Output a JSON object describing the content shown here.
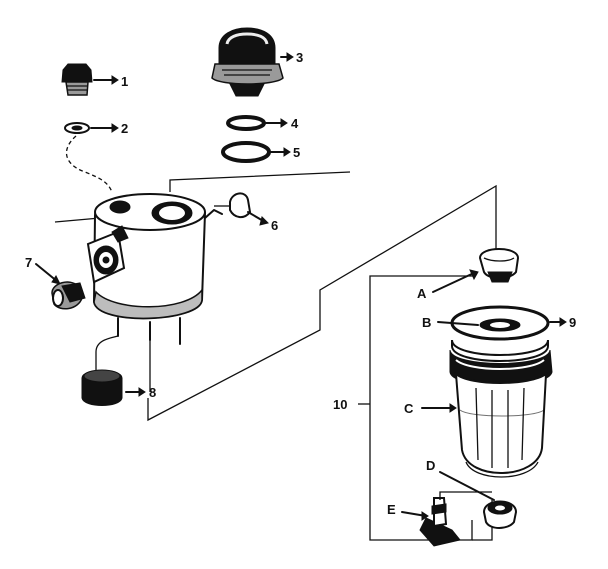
{
  "callouts": {
    "c1": "1",
    "c2": "2",
    "c3": "3",
    "c4": "4",
    "c5": "5",
    "c6": "6",
    "c7": "7",
    "c8": "8",
    "c10": "10",
    "cA": "A",
    "cB": "B",
    "c9": "9",
    "cC": "C",
    "cD": "D",
    "cE": "E"
  }
}
